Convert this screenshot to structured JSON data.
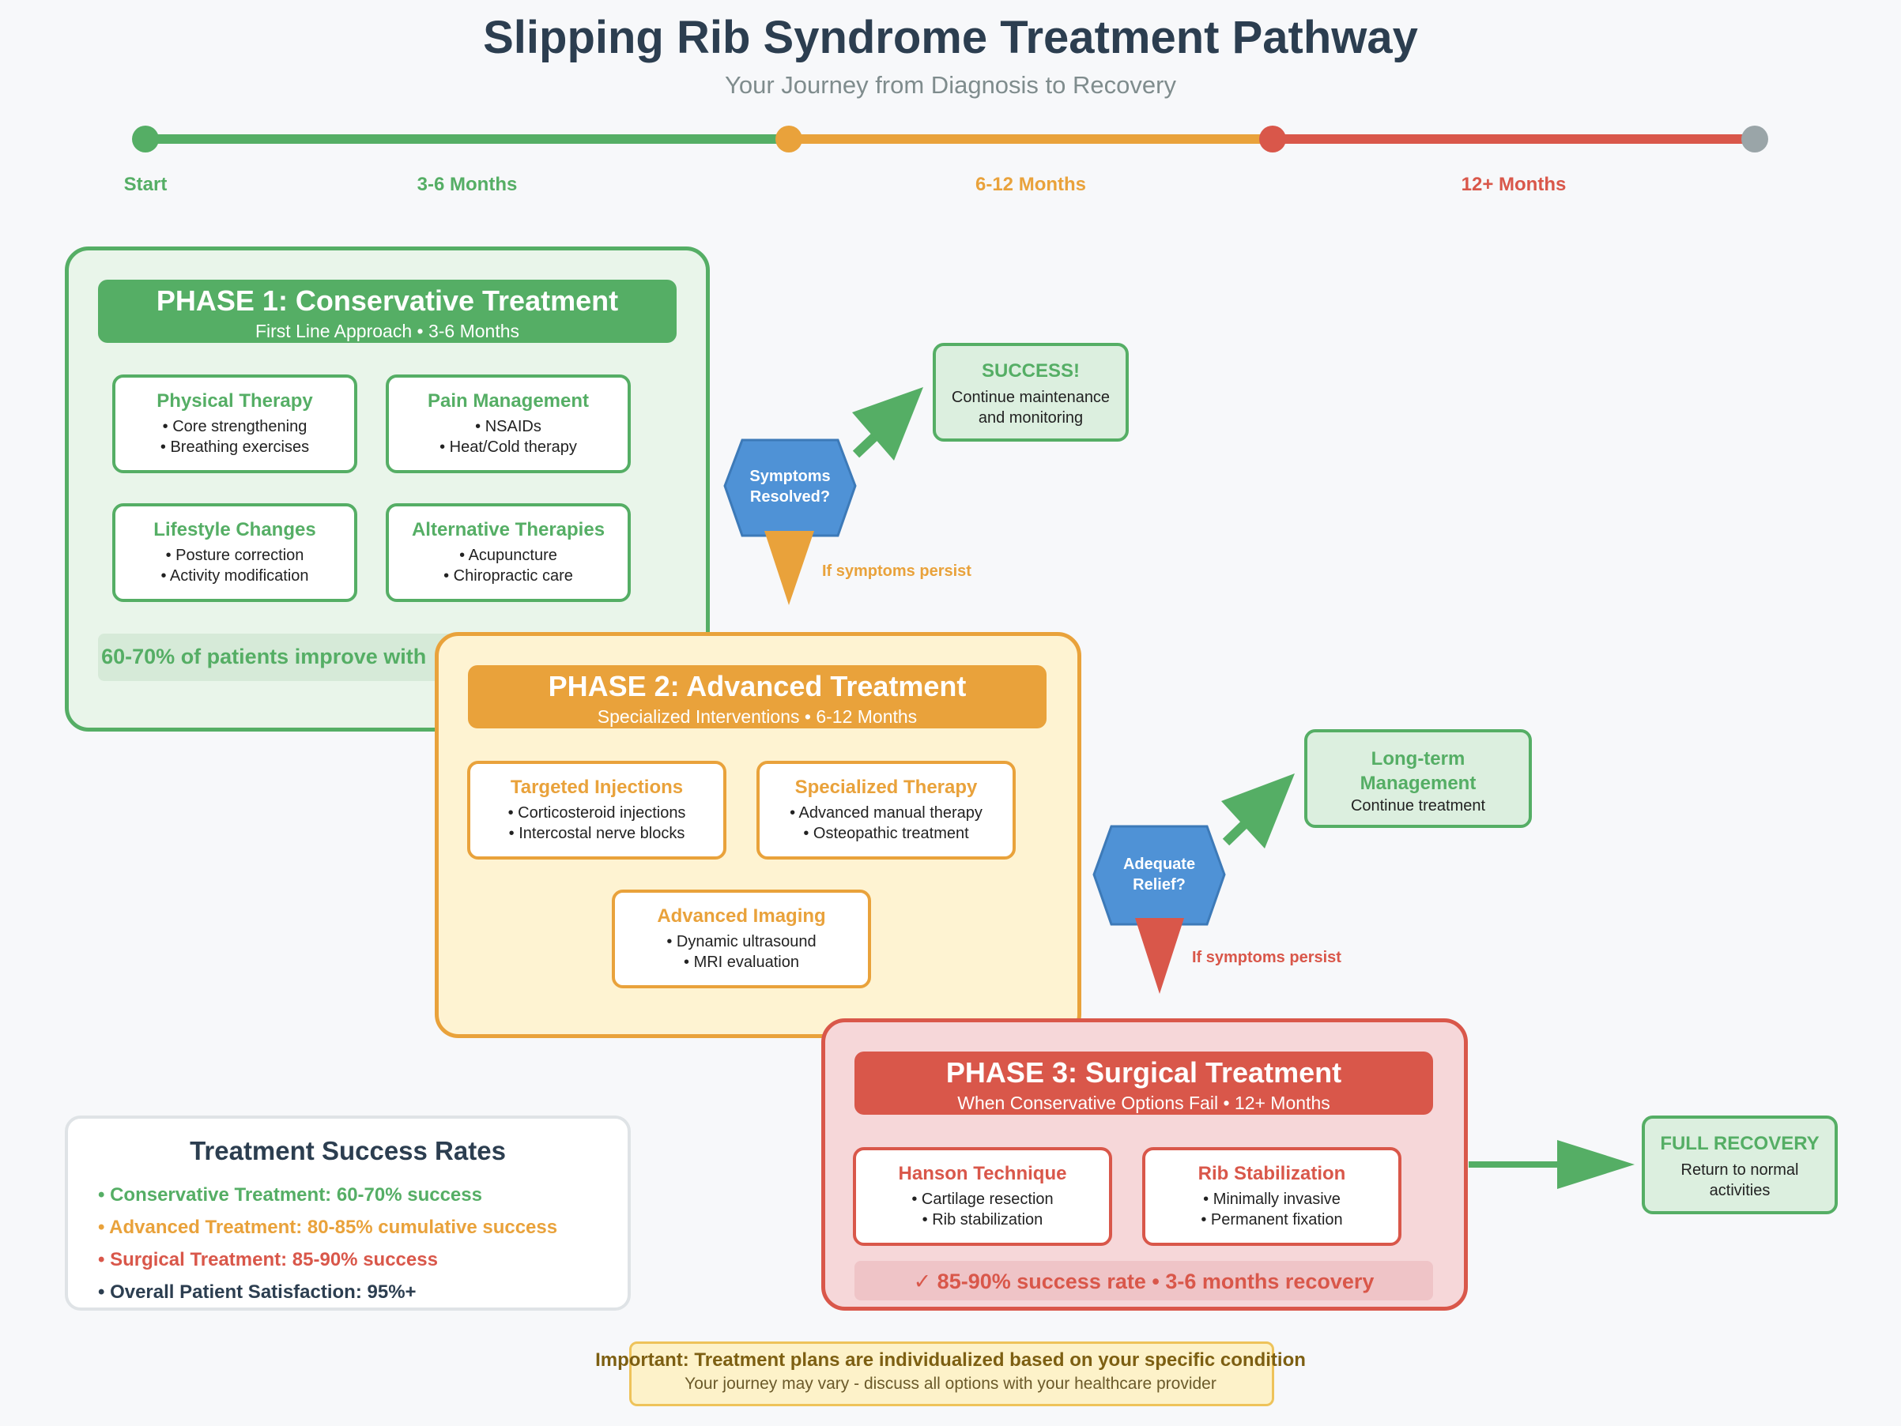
{
  "title": "Slipping Rib Syndrome Treatment Pathway",
  "subtitle": "Your Journey from Diagnosis to Recovery",
  "timeline": {
    "labels": [
      "Start",
      "3-6 Months",
      "6-12 Months",
      "12+ Months"
    ],
    "colors": [
      "#55ae65",
      "#e9a23b",
      "#d9574a",
      "#9aa5a8"
    ]
  },
  "phase1": {
    "title": "PHASE 1: Conservative Treatment",
    "subtitle": "First Line Approach • 3-6 Months",
    "cards": [
      {
        "title": "Physical Therapy",
        "items": [
          "• Core strengthening",
          "• Breathing exercises"
        ]
      },
      {
        "title": "Pain Management",
        "items": [
          "• NSAIDs",
          "• Heat/Cold therapy"
        ]
      },
      {
        "title": "Lifestyle Changes",
        "items": [
          "• Posture correction",
          "• Activity modification"
        ]
      },
      {
        "title": "Alternative Therapies",
        "items": [
          "• Acupuncture",
          "• Chiropractic care"
        ]
      }
    ],
    "note": "✓ 60-70% of patients improve with"
  },
  "decision1": {
    "line1": "Symptoms",
    "line2": "Resolved?",
    "persist": "If symptoms persist"
  },
  "success": {
    "title": "SUCCESS!",
    "line1": "Continue maintenance",
    "line2": "and monitoring"
  },
  "phase2": {
    "title": "PHASE 2: Advanced Treatment",
    "subtitle": "Specialized Interventions • 6-12 Months",
    "cards": [
      {
        "title": "Targeted Injections",
        "items": [
          "• Corticosteroid injections",
          "• Intercostal nerve blocks"
        ]
      },
      {
        "title": "Specialized Therapy",
        "items": [
          "• Advanced manual therapy",
          "• Osteopathic treatment"
        ]
      },
      {
        "title": "Advanced Imaging",
        "items": [
          "• Dynamic ultrasound",
          "• MRI evaluation"
        ]
      }
    ]
  },
  "decision2": {
    "line1": "Adequate",
    "line2": "Relief?",
    "persist": "If symptoms persist"
  },
  "longterm": {
    "title_line1": "Long-term",
    "title_line2": "Management",
    "line1": "Continue treatment"
  },
  "phase3": {
    "title": "PHASE 3: Surgical Treatment",
    "subtitle": "When Conservative Options Fail • 12+ Months",
    "cards": [
      {
        "title": "Hanson Technique",
        "items": [
          "• Cartilage resection",
          "• Rib stabilization"
        ]
      },
      {
        "title": "Rib Stabilization",
        "items": [
          "• Minimally invasive",
          "• Permanent fixation"
        ]
      }
    ],
    "note": "✓ 85-90% success rate • 3-6 months recovery"
  },
  "recovery": {
    "title": "FULL RECOVERY",
    "line1": "Return to normal",
    "line2": "activities"
  },
  "rates": {
    "title": "Treatment Success Rates",
    "items": [
      "• Conservative Treatment: 60-70% success",
      "• Advanced Treatment: 80-85% cumulative success",
      "• Surgical Treatment: 85-90% success",
      "• Overall Patient Satisfaction: 95%+"
    ]
  },
  "important": {
    "title": "Important: Treatment plans are individualized based on your specific condition",
    "subtitle": "Your journey may vary - discuss all options with your healthcare provider"
  }
}
